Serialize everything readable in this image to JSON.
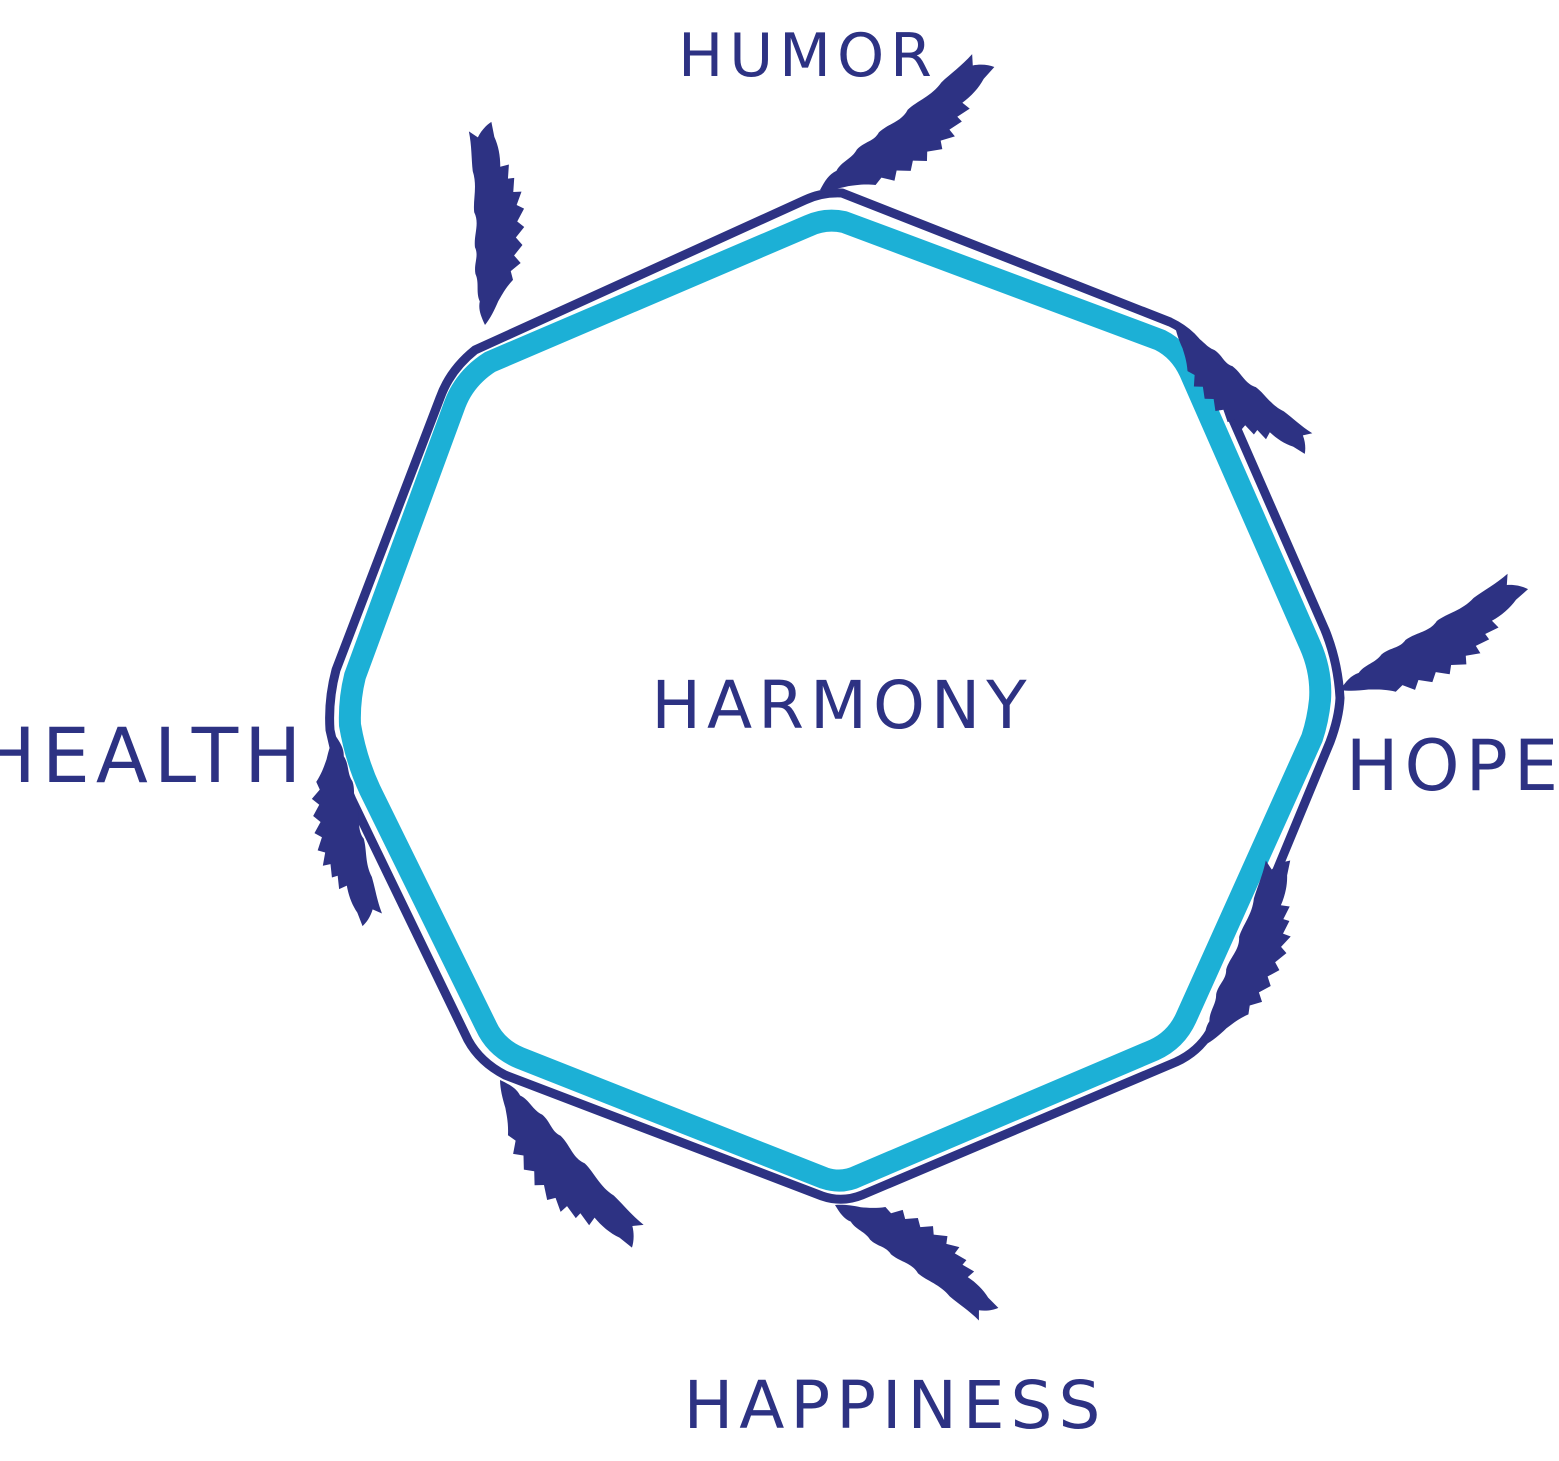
{
  "diagram": {
    "center_label": "HARMONY",
    "labels": {
      "top": "HUMOR",
      "left": "HEALTH",
      "right": "HOPE",
      "bottom": "HAPPINESS"
    },
    "colors": {
      "navy": "#2d3283",
      "hoop": "#1cb0d6",
      "background": "#ffffff"
    },
    "feathers": [
      {
        "name": "feather-top-left",
        "icon": "feather-icon"
      },
      {
        "name": "feather-top",
        "icon": "feather-icon"
      },
      {
        "name": "feather-upper-right",
        "icon": "feather-icon"
      },
      {
        "name": "feather-right",
        "icon": "feather-icon"
      },
      {
        "name": "feather-lower-right",
        "icon": "feather-icon"
      },
      {
        "name": "feather-bottom-center",
        "icon": "feather-icon"
      },
      {
        "name": "feather-bottom-left",
        "icon": "feather-icon"
      },
      {
        "name": "feather-left",
        "icon": "feather-icon"
      }
    ]
  }
}
